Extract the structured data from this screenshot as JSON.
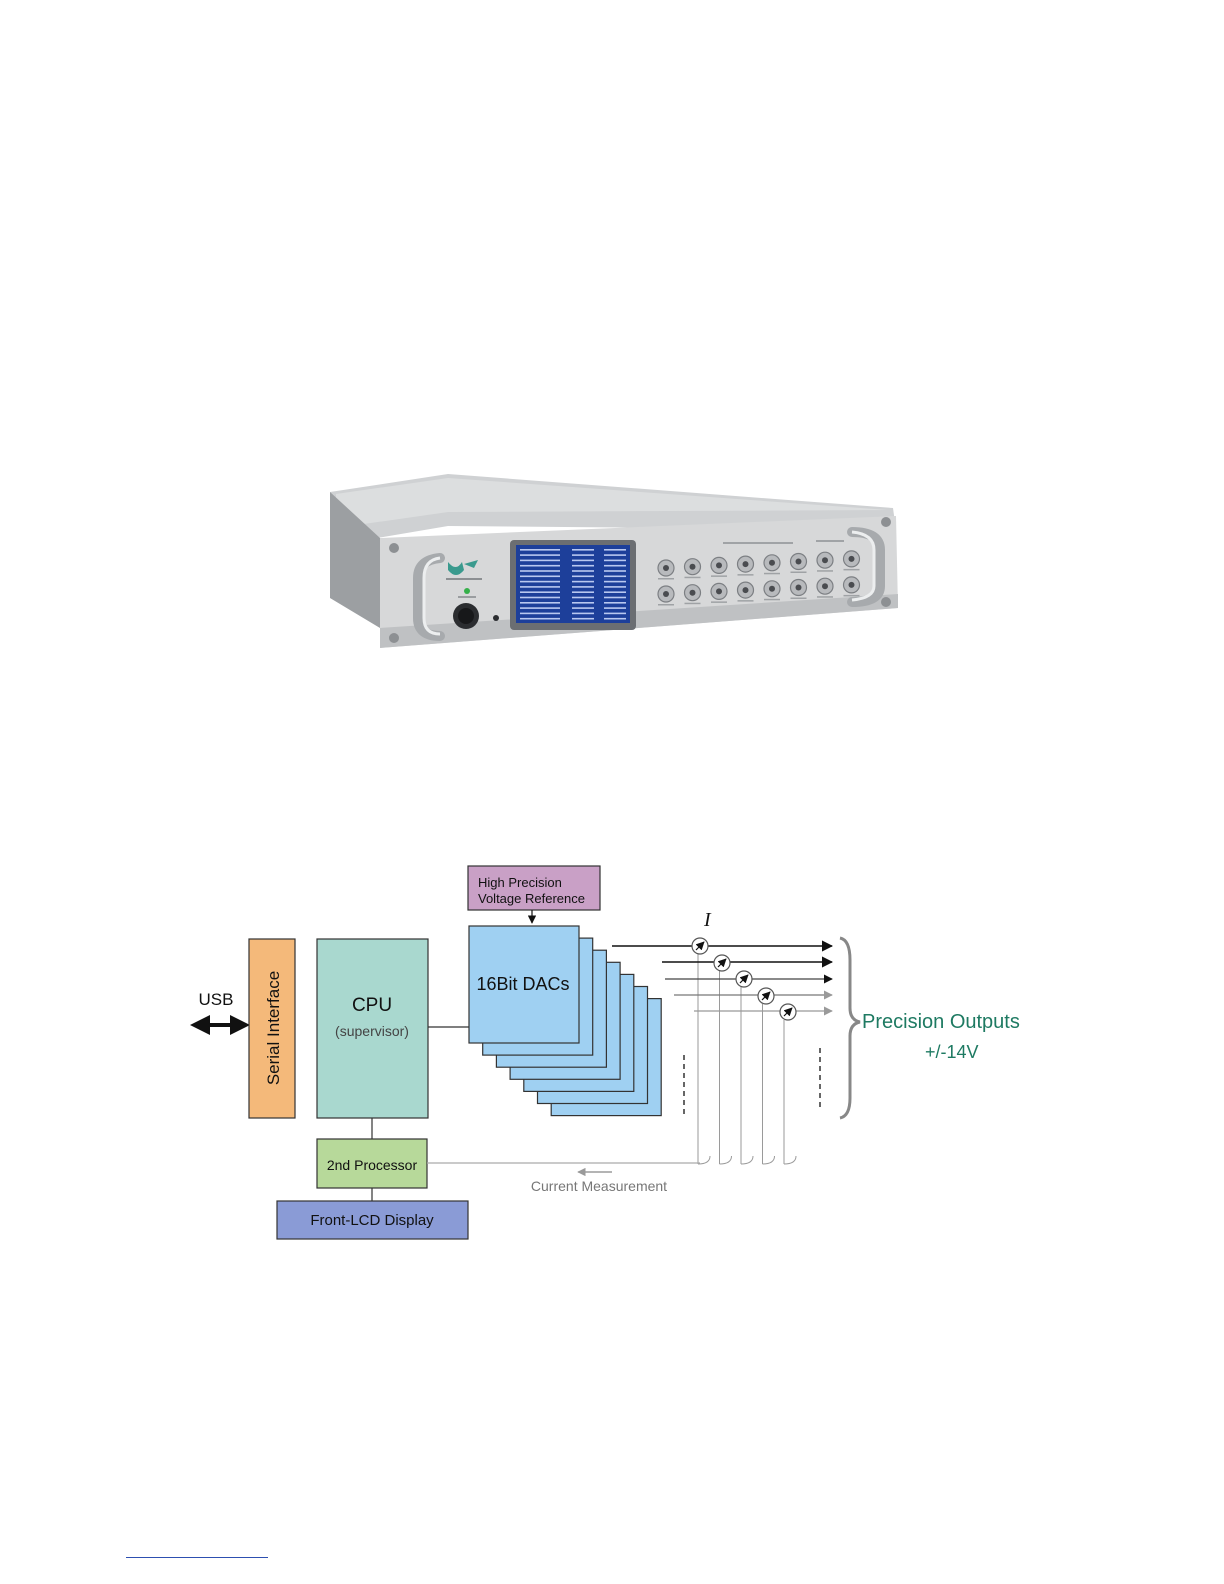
{
  "diagram": {
    "usb": "USB",
    "serial_interface": "Serial Interface",
    "cpu": "CPU",
    "cpu_sub": "(supervisor)",
    "voltage_ref_line1": "High Precision",
    "voltage_ref_line2": "Voltage Reference",
    "dacs": "16Bit DACs",
    "current_symbol": "I",
    "second_processor": "2nd Processor",
    "front_lcd": "Front-LCD Display",
    "current_measurement": "Current Measurement",
    "outputs_line1": "Precision Outputs",
    "outputs_line2": "+/-14V"
  },
  "colors": {
    "serial_interface": "#f4b97a",
    "cpu": "#a9d8cf",
    "voltage_ref": "#c9a0c6",
    "dacs": "#9fd0f2",
    "second_processor": "#b7d99a",
    "front_lcd": "#8a9bd6",
    "outputs_text": "#1e7a62",
    "lcd_screen": "#1d3f9a"
  }
}
